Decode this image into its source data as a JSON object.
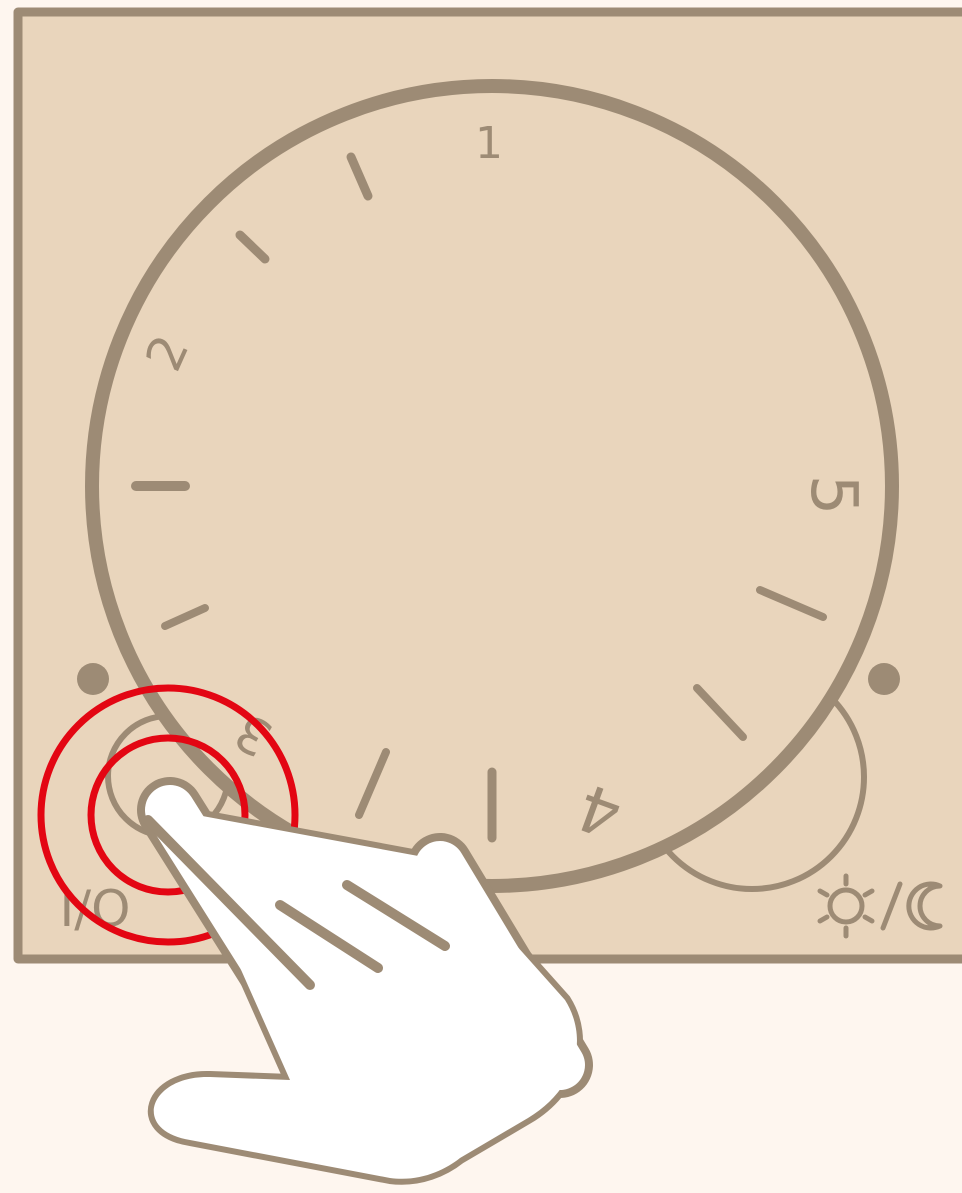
{
  "thermostat": {
    "scale_numbers": [
      "1",
      "2",
      "3",
      "4",
      "5"
    ],
    "power_label": "I/O",
    "mode_icons": [
      "sun-icon",
      "moon-icon"
    ],
    "colors": {
      "panel_fill": "#e9d5bc",
      "outline": "#9d8b75",
      "background": "#fef6ef",
      "press_highlight": "#e30613",
      "hand_fill": "#ffffff"
    }
  }
}
